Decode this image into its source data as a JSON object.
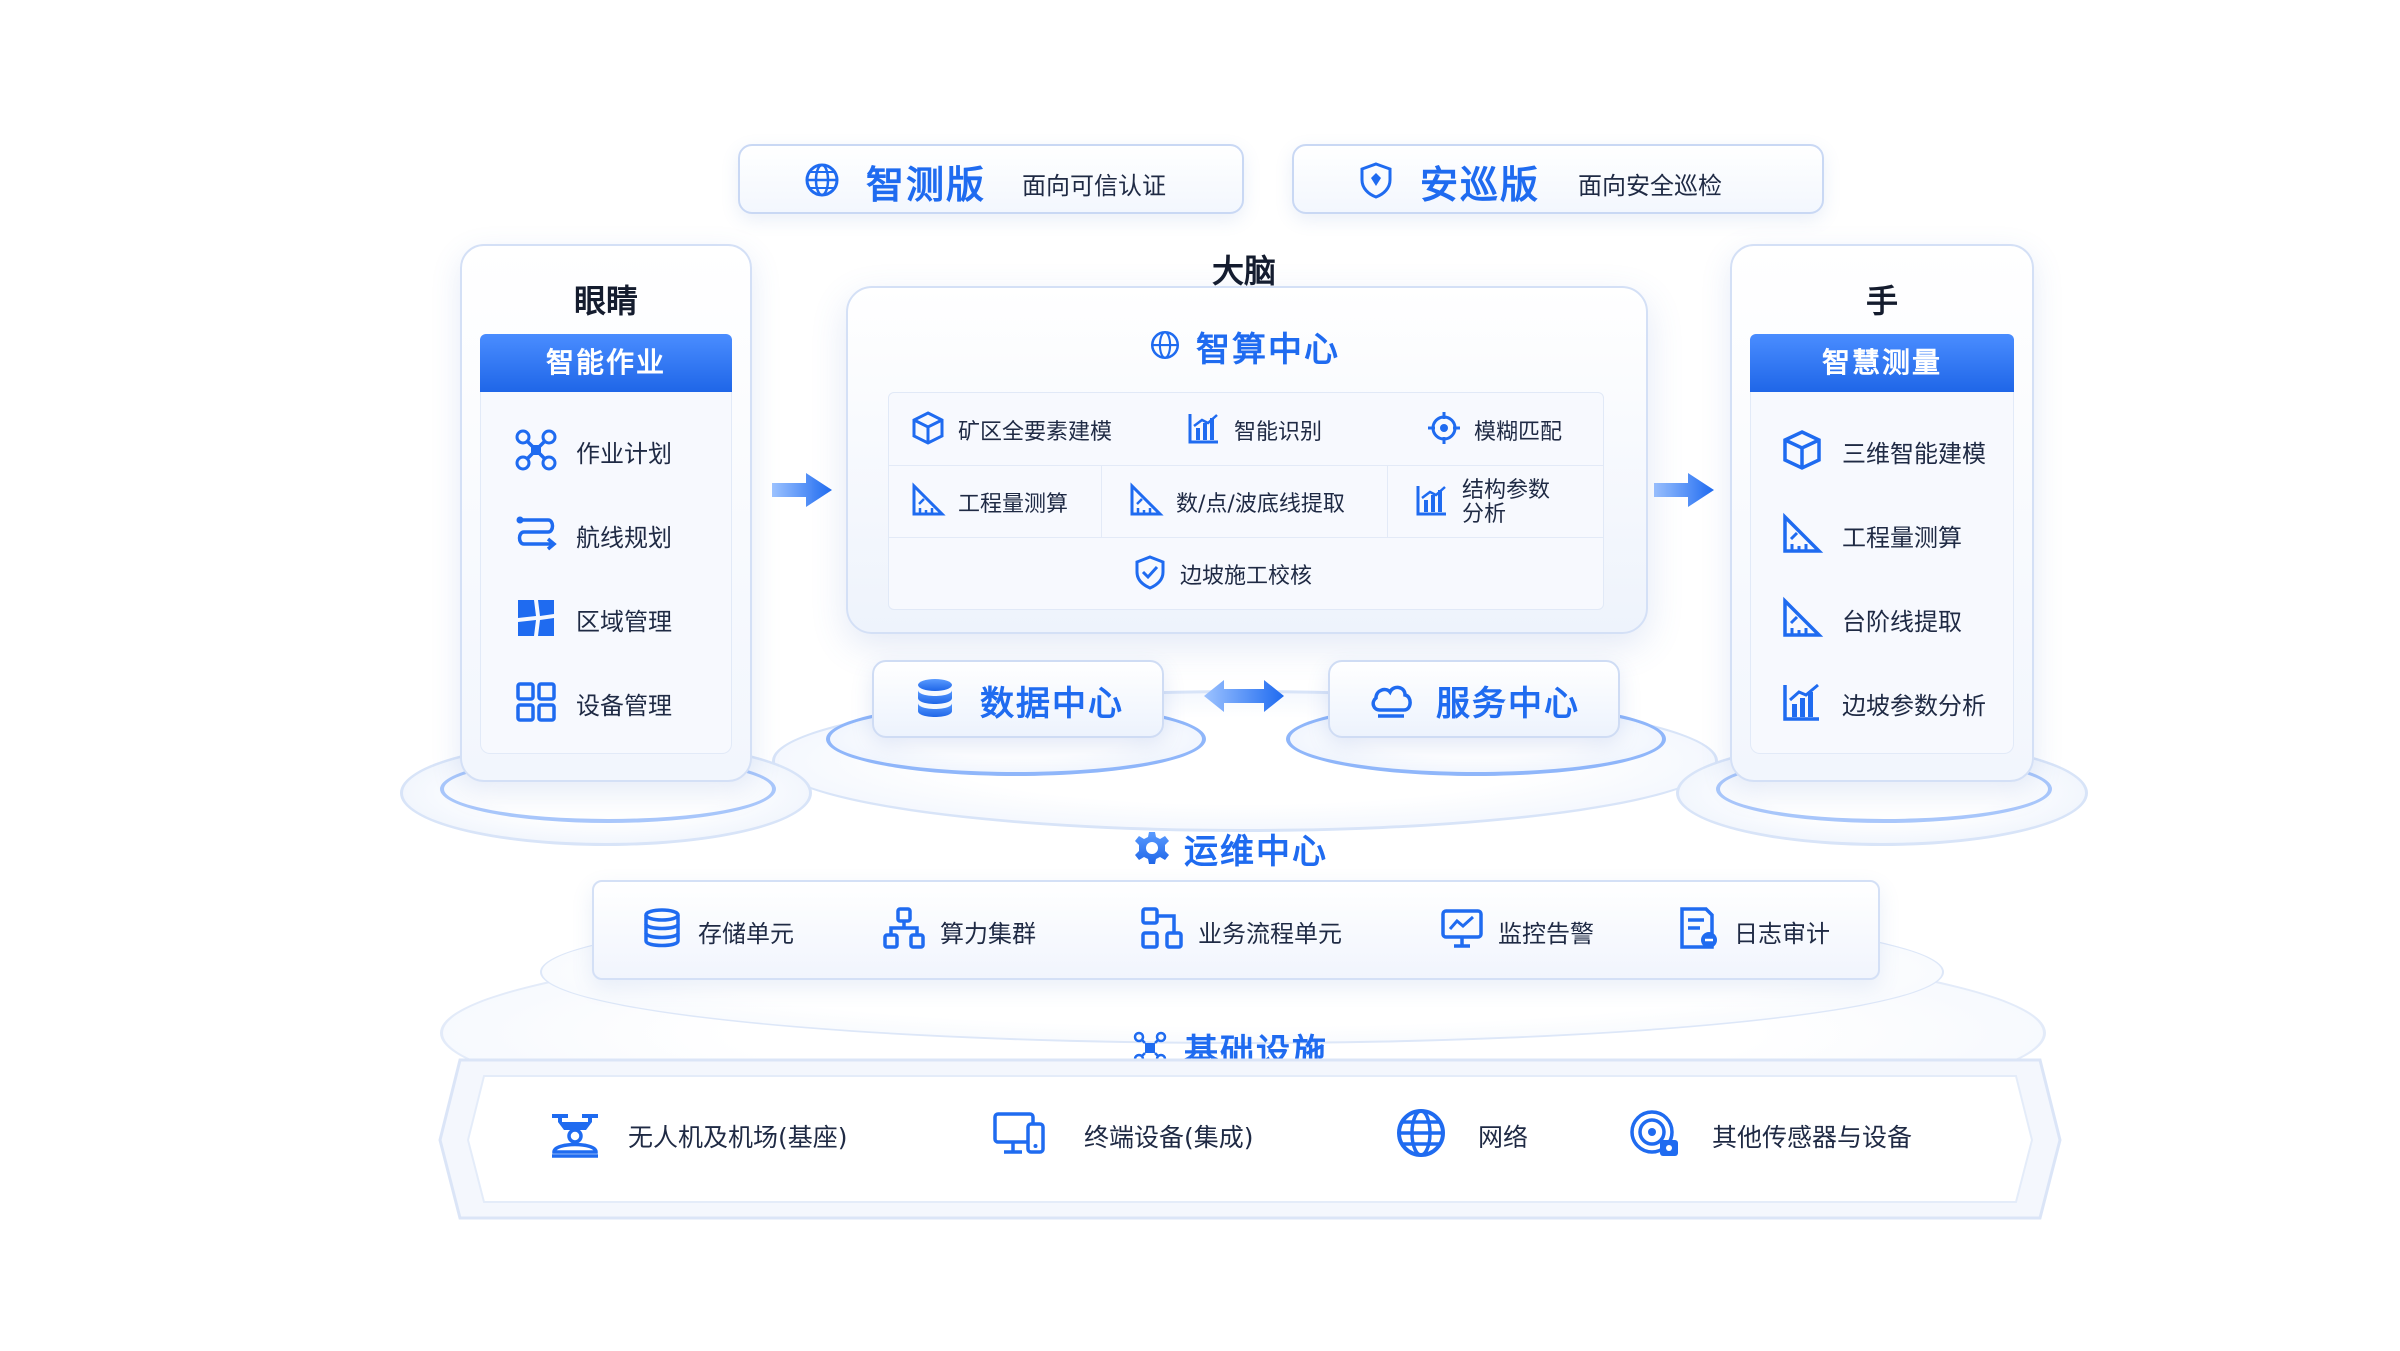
{
  "editions": [
    {
      "name": "智测版",
      "desc": "面向可信认证",
      "icon": "globe-icon"
    },
    {
      "name": "安巡版",
      "desc": "面向安全巡检",
      "icon": "shield-icon"
    }
  ],
  "eyes": {
    "title": "眼睛",
    "band": "智能作业",
    "items": [
      {
        "label": "作业计划",
        "icon": "drone-icon"
      },
      {
        "label": "航线规划",
        "icon": "route-icon"
      },
      {
        "label": "区域管理",
        "icon": "region-icon"
      },
      {
        "label": "设备管理",
        "icon": "grid-icon"
      }
    ]
  },
  "brain": {
    "title": "大脑",
    "center": "智算中心",
    "cells": [
      {
        "label": "矿区全要素建模",
        "icon": "cube-icon"
      },
      {
        "label": "智能识别",
        "icon": "chart-icon"
      },
      {
        "label": "模糊匹配",
        "icon": "target-icon"
      },
      {
        "label": "工程量测算",
        "icon": "measure-icon"
      },
      {
        "label": "数/点/波底线提取",
        "icon": "measure-icon"
      },
      {
        "label": "结构参数",
        "label2": "分析",
        "icon": "chart-icon"
      },
      {
        "label": "边坡施工校核",
        "icon": "check-shield-icon"
      }
    ]
  },
  "hands": {
    "title": "手",
    "band": "智慧测量",
    "items": [
      {
        "label": "三维智能建模",
        "icon": "cube-icon"
      },
      {
        "label": "工程量测算",
        "icon": "measure-icon"
      },
      {
        "label": "台阶线提取",
        "icon": "measure-icon"
      },
      {
        "label": "边坡参数分析",
        "icon": "chart-icon"
      }
    ]
  },
  "data_center": {
    "label": "数据中心",
    "icon": "database-icon"
  },
  "service_center": {
    "label": "服务中心",
    "icon": "cloud-icon"
  },
  "ops": {
    "title": "运维中心",
    "items": [
      {
        "label": "存储单元",
        "icon": "database-icon"
      },
      {
        "label": "算力集群",
        "icon": "cluster-icon"
      },
      {
        "label": "业务流程单元",
        "icon": "flow-icon"
      },
      {
        "label": "监控告警",
        "icon": "monitor-icon"
      },
      {
        "label": "日志审计",
        "icon": "log-icon"
      }
    ]
  },
  "infra": {
    "title": "基础设施",
    "items": [
      {
        "label": "无人机及机场(基座)",
        "icon": "drone-dock-icon"
      },
      {
        "label": "终端设备(集成)",
        "icon": "terminal-icon"
      },
      {
        "label": "网络",
        "icon": "network-icon"
      },
      {
        "label": "其他传感器与设备",
        "icon": "sensor-icon"
      }
    ]
  },
  "colors": {
    "accent": "#1f6bf0",
    "accent_light": "#4a8dff",
    "text": "#1f2a44"
  }
}
